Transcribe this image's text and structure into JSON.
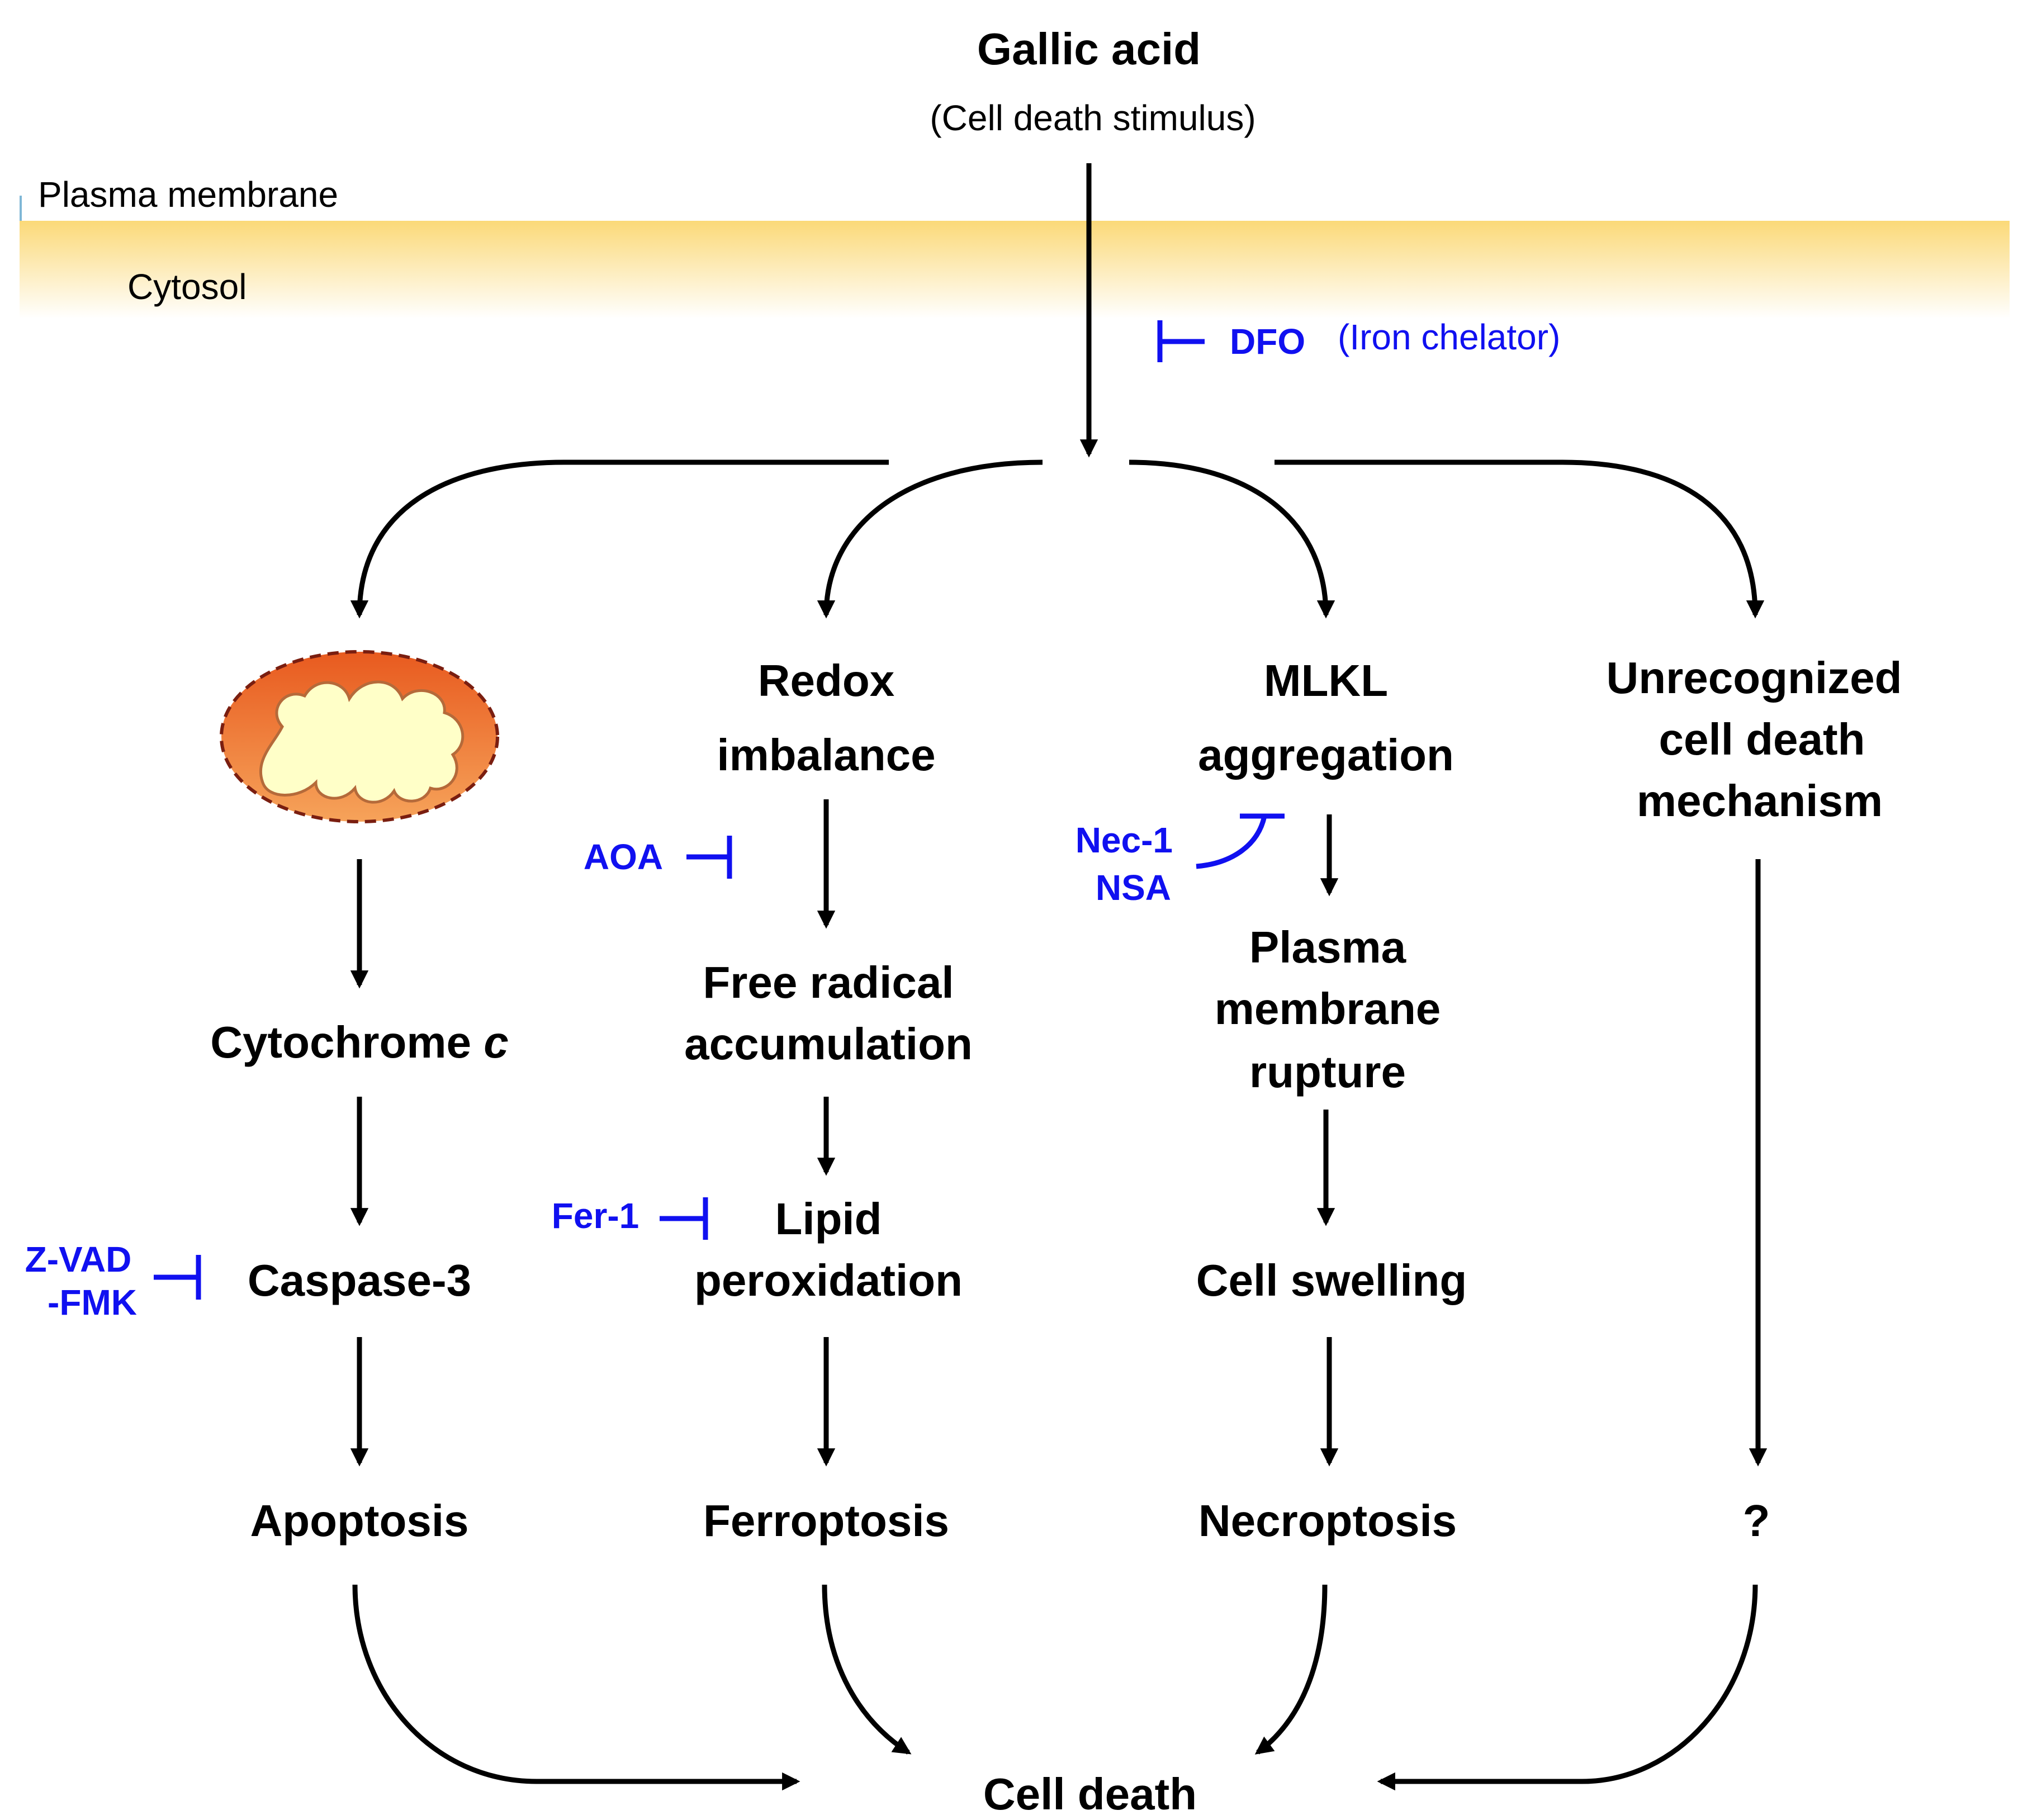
{
  "colors": {
    "node_text": "#000000",
    "inhibitor": "#1010f0",
    "membrane": "#fbd978",
    "mito_outer": "#ee6e2a",
    "mito_inner": "#ffffc8"
  },
  "stimulus": {
    "title": "Gallic acid",
    "subtitle": "(Cell death stimulus)"
  },
  "compartments": {
    "membrane": "Plasma membrane",
    "cytosol": "Cytosol"
  },
  "inhibitors": {
    "dfo": {
      "name": "DFO",
      "note": "(Iron chelator)"
    },
    "aoa": "AOA",
    "nec1": "Nec-1",
    "nsa": "NSA",
    "fer1": "Fer-1",
    "zvad_line1": "Z-VAD",
    "zvad_line2": "-FMK"
  },
  "apoptosis_branch": {
    "mito_icon": "mitochondrion-icon",
    "cytochrome": "Cytochrome",
    "cytochrome_italic": "c",
    "caspase": "Caspase-3",
    "outcome": "Apoptosis"
  },
  "ferroptosis_branch": {
    "redox": [
      "Redox",
      "imbalance"
    ],
    "radical": [
      "Free radical",
      "accumulation"
    ],
    "lipid": [
      "Lipid",
      "peroxidation"
    ],
    "outcome": "Ferroptosis"
  },
  "necroptosis_branch": {
    "mlkl": [
      "MLKL",
      "aggregation"
    ],
    "rupture": [
      "Plasma",
      "membrane",
      "rupture"
    ],
    "swelling": "Cell swelling",
    "outcome": "Necroptosis"
  },
  "unknown_branch": {
    "mechanism": [
      "Unrecognized",
      "cell death",
      "mechanism"
    ],
    "outcome": "?"
  },
  "final": "Cell death"
}
